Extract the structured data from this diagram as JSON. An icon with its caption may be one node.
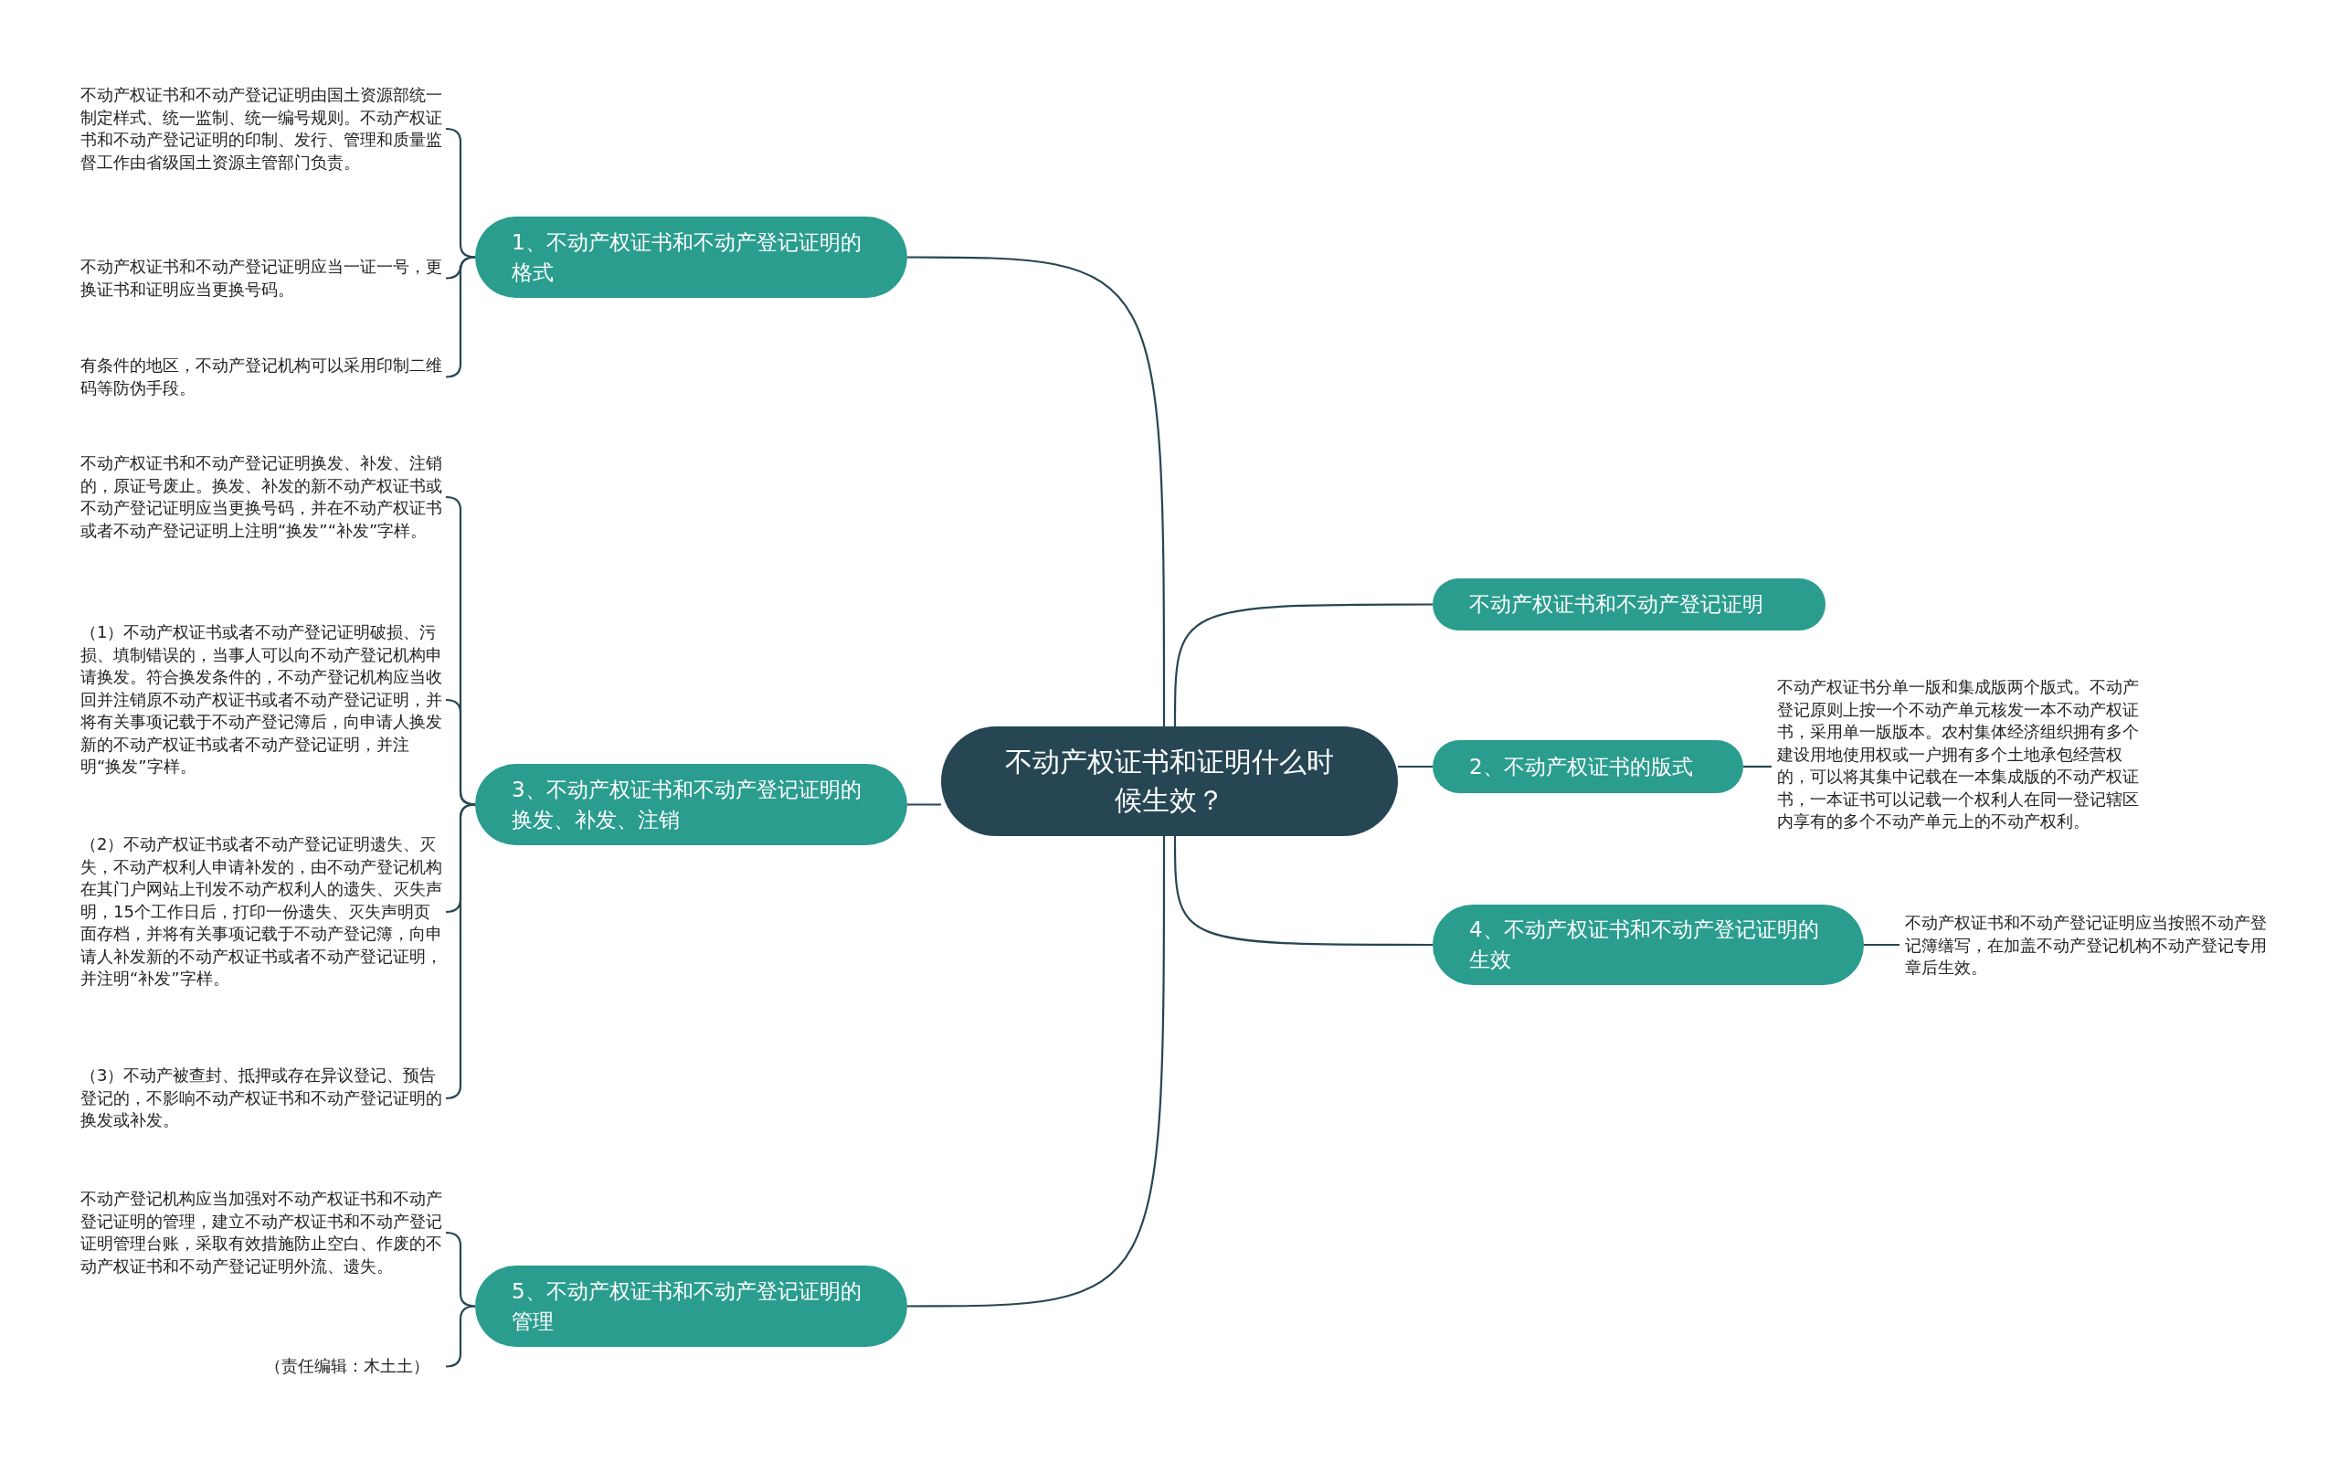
{
  "diagram": {
    "nodes": [
      {
        "text": [
          "不动产权证书和证明什么时候生效？"
        ]
      },
      {
        "text": [
          "1、不动产权证书和不动产登记证明的格式"
        ]
      },
      {
        "text": [
          "不动产权证书和不动产登记证明由国土资源部统一制定样式、统一监制、统一编号规则。不动产权证书和不动产登记证明的印制、发行、管理和质量监督工作由省级国土资源主管部门负责。"
        ]
      },
      {
        "text": [
          "不动产权证书和不动产登记证明应当一证一号，更换证书和证明应当更换号码。"
        ]
      },
      {
        "text": [
          "有条件的地区，不动产登记机构可以采用印制二维码等防伪手段。"
        ]
      },
      {
        "text": [
          "3、不动产权证书和不动产登记证明的换发、补发、注销"
        ]
      },
      {
        "text": [
          "不动产权证书和不动产登记证明换发、补发、注销的，原证号废止。换发、补发的新不动产权证书或不动产登记证明应当更换号码，并在不动产权证书或者不动产登记证明上注明“换发”“补发”字样。"
        ]
      },
      {
        "text": [
          "（1）不动产权证书或者不动产登记证明破损、污损、填制错误的，当事人可以向不动产登记机构申请换发。符合换发条件的，不动产登记机构应当收回并注销原不动产权证书或者不动产登记证明，并将有关事项记载于不动产登记簿后，向申请人换发新的不动产权证书或者不动产登记证明，并注明“换发”字样。"
        ]
      },
      {
        "text": [
          "（2）不动产权证书或者不动产登记证明遗失、灭失，不动产权利人申请补发的，由不动产登记机构在其门户网站上刊发不动产权利人的遗失、灭失声明，15个工作日后，打印一份遗失、灭失声明页面存档，并将有关事项记载于不动产登记簿，向申请人补发新的不动产权证书或者不动产登记证明，并注明“补发”字样。"
        ]
      },
      {
        "text": [
          "（3）不动产被查封、抵押或存在异议登记、预告登记的，不影响不动产权证书和不动产登记证明的换发或补发。"
        ]
      },
      {
        "text": [
          "5、不动产权证书和不动产登记证明的管理"
        ]
      },
      {
        "text": [
          "不动产登记机构应当加强对不动产权证书和不动产登记证明的管理，建立不动产权证书和不动产登记证明管理台账，采取有效措施防止空白、作废的不动产权证书和不动产登记证明外流、遗失。"
        ]
      },
      {
        "text": [
          "（责任编辑：木土土）"
        ]
      },
      {
        "text": [
          "不动产权证书和不动产登记证明"
        ]
      },
      {
        "text": [
          "2、不动产权证书的版式"
        ]
      },
      {
        "text": [
          "不动产权证书分单一版和集成版两个版式。不动产登记原则上按一个不动产单元核发一本不动产权证书，采用单一版版本。农村集体经济组织拥有多个建设用地使用权或一户拥有多个土地承包经营权的，可以将其集中记载在一本集成版的不动产权证书，一本证书可以记载一个权利人在同一登记辖区内享有的多个不动产单元上的不动产权利。"
        ]
      },
      {
        "text": [
          "4、不动产权证书和不动产登记证明的生效"
        ]
      },
      {
        "text": [
          "不动产权证书和不动产登记证明应当按照不动产登记簿缮写，在加盖不动产登记机构不动产登记专用章后生效。"
        ]
      }
    ],
    "edges": [
      {
        "from": 0,
        "to": 1,
        "arrow": "none"
      },
      {
        "from": 0,
        "to": 5,
        "arrow": "none"
      },
      {
        "from": 0,
        "to": 10,
        "arrow": "none"
      },
      {
        "from": 0,
        "to": 13,
        "arrow": "none"
      },
      {
        "from": 0,
        "to": 14,
        "arrow": "none"
      },
      {
        "from": 0,
        "to": 16,
        "arrow": "none"
      },
      {
        "from": 1,
        "to": 2,
        "arrow": "none"
      },
      {
        "from": 1,
        "to": 3,
        "arrow": "none"
      },
      {
        "from": 1,
        "to": 4,
        "arrow": "none"
      },
      {
        "from": 5,
        "to": 6,
        "arrow": "none"
      },
      {
        "from": 5,
        "to": 7,
        "arrow": "none"
      },
      {
        "from": 5,
        "to": 8,
        "arrow": "none"
      },
      {
        "from": 5,
        "to": 9,
        "arrow": "none"
      },
      {
        "from": 10,
        "to": 11,
        "arrow": "none"
      },
      {
        "from": 10,
        "to": 12,
        "arrow": "none"
      },
      {
        "from": 14,
        "to": 15,
        "arrow": "none"
      },
      {
        "from": 16,
        "to": 17,
        "arrow": "none"
      }
    ]
  }
}
